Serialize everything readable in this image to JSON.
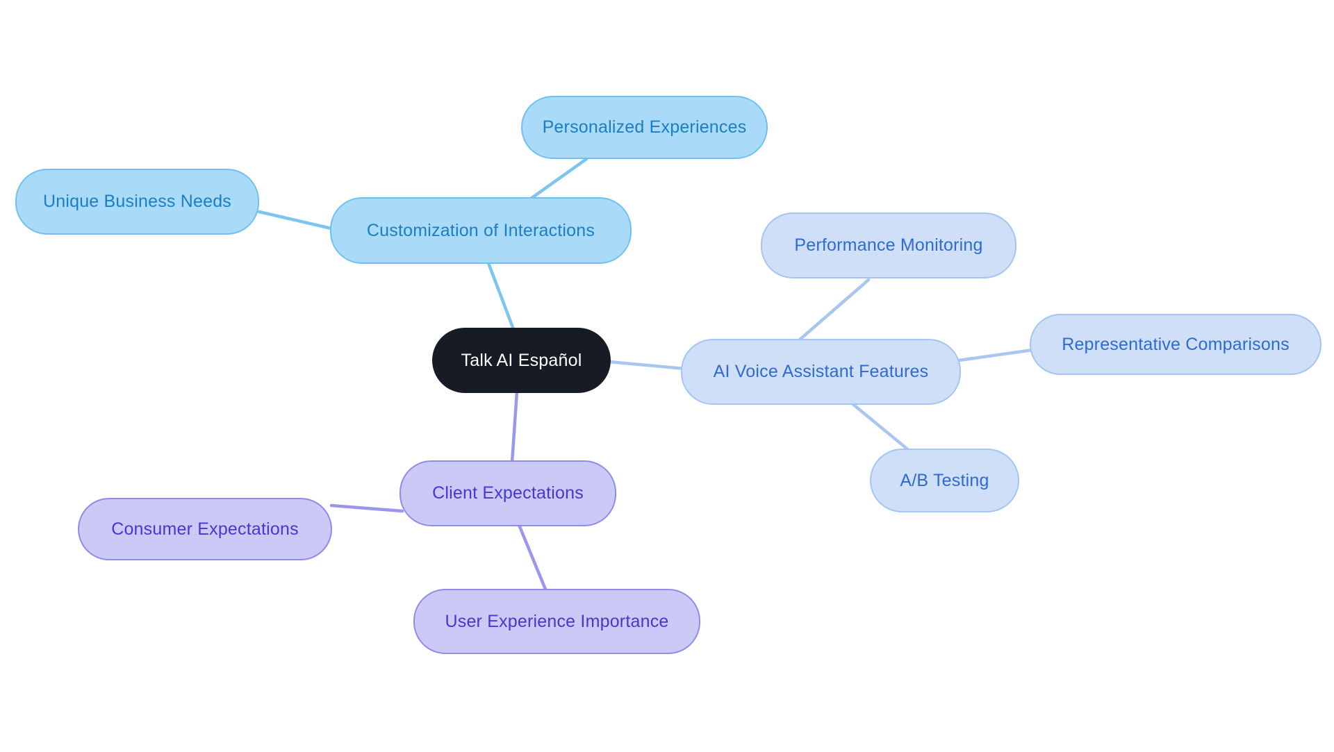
{
  "page": {
    "background": "#ffffff"
  },
  "mindmap": {
    "root": {
      "label": "Talk AI Español",
      "fill": "#161b24",
      "text_color": "#ffffff"
    },
    "branches": [
      {
        "label": "Customization of Interactions",
        "palette": {
          "fill": "#a9dbf8",
          "border": "#6fc0ee",
          "text": "#1b7ec4",
          "line": "#7cc5f1"
        },
        "children": [
          {
            "label": "Personalized Experiences"
          },
          {
            "label": "Unique Business Needs"
          }
        ]
      },
      {
        "label": "AI Voice Assistant Features",
        "palette": {
          "fill": "#cfdff8",
          "border": "#a6c4f0",
          "text": "#2d6bd2",
          "line": "#a9c6f0"
        },
        "children": [
          {
            "label": "Performance Monitoring"
          },
          {
            "label": "Representative Comparisons"
          },
          {
            "label": "A/B Testing"
          }
        ]
      },
      {
        "label": "Client Expectations",
        "palette": {
          "fill": "#cbc9f5",
          "border": "#8f8bea",
          "text": "#4438d0",
          "line": "#9b97ec"
        },
        "children": [
          {
            "label": "Consumer Expectations"
          },
          {
            "label": "User Experience Importance"
          }
        ]
      }
    ]
  }
}
